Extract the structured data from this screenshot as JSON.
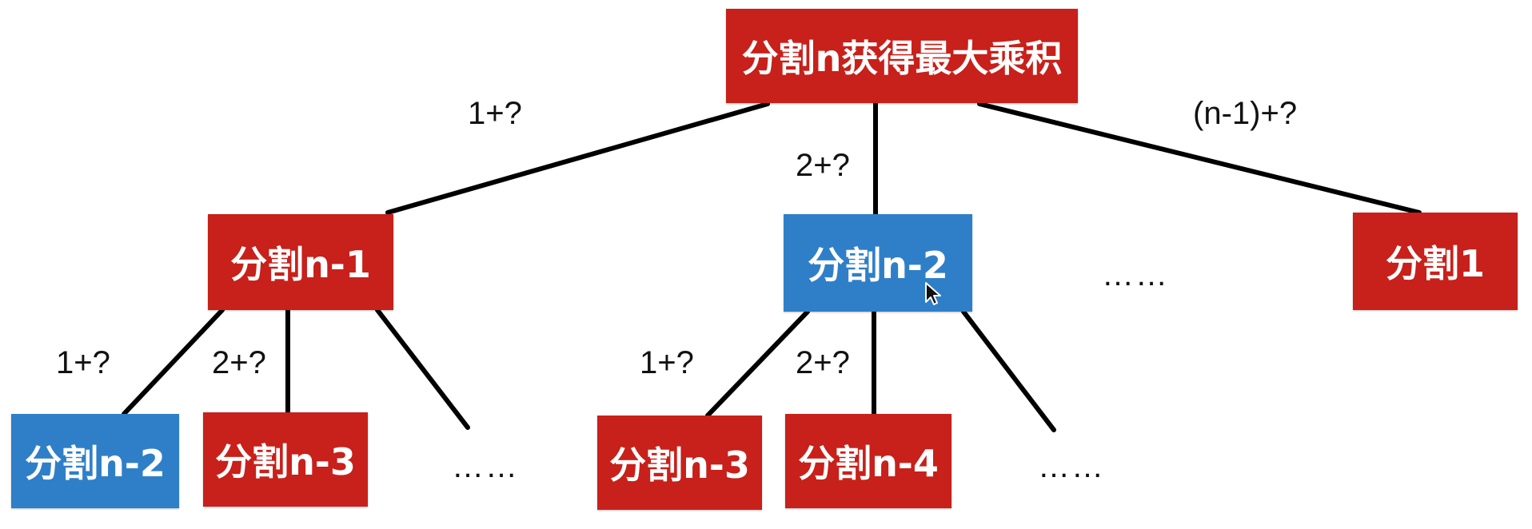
{
  "colors": {
    "red": "#c8201a",
    "blue": "#2f7fc8",
    "line": "#000000"
  },
  "nodes": {
    "root": "分割n获得最大乘积",
    "l1_a": "分割n-1",
    "l1_b": "分割n-2",
    "l1_c": "分割1",
    "l2_a": "分割n-2",
    "l2_b": "分割n-3",
    "l2_c": "分割n-3",
    "l2_d": "分割n-4"
  },
  "edge_labels": {
    "root_a": "1+?",
    "root_b": "2+?",
    "root_c": "(n-1)+?",
    "a_1": "1+?",
    "a_2": "2+?",
    "b_1": "1+?",
    "b_2": "2+?"
  },
  "ellipsis": "……",
  "icons": {
    "cursor": "mouse-pointer-icon"
  }
}
